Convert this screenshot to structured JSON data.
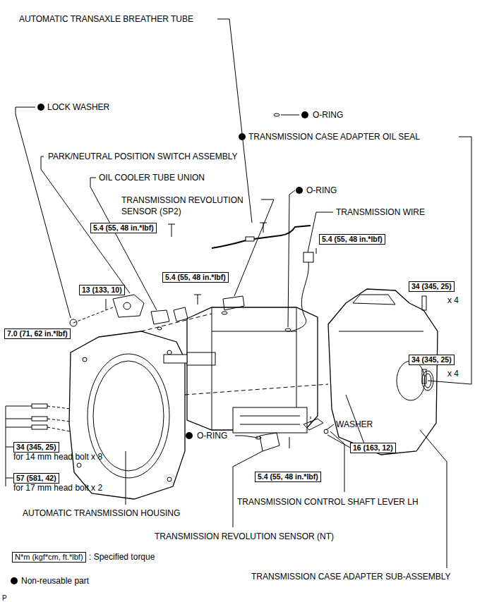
{
  "diagram": {
    "nodes": [
      {
        "text": [
          "5.4 (55, 48 in.*lbf)"
        ]
      },
      {
        "text": [
          "34 (345, 25)"
        ]
      },
      {
        "text": [
          "5.4 (55, 48 in.*lbf)"
        ]
      },
      {
        "text": [
          "5.4 (55, 48 in.*lbf)"
        ]
      },
      {
        "text": [
          "13 (133, 10)"
        ]
      },
      {
        "text": [
          "34 (345, 25)"
        ]
      },
      {
        "text": [
          "7.0 (71, 62 in.*lbf)"
        ]
      },
      {
        "text": [
          "16 (163, 12)"
        ]
      },
      {
        "text": [
          "34 (345, 25)"
        ]
      },
      {
        "text": [
          "57 (581, 42)"
        ]
      },
      {
        "text": [
          "5.4 (55, 48 in.*lbf)"
        ]
      }
    ],
    "labels": [
      "AUTOMATIC TRANSAXLE BREATHER TUBE",
      "LOCK WASHER",
      "O-RING",
      "TRANSMISSION CASE ADAPTER OIL SEAL",
      "PARK/NEUTRAL POSITION SWITCH ASSEMBLY",
      "OIL COOLER TUBE UNION",
      "TRANSMISSION REVOLUTION SENSOR (SP2)",
      "O-RING",
      "TRANSMISSION WIRE",
      "x 4",
      "x 4",
      "WASHER",
      "O-RING",
      "for 14 mm head bolt x 8",
      "for 17 mm head bolt x 2",
      "AUTOMATIC TRANSMISSION HOUSING",
      "TRANSMISSION CONTROL SHAFT LEVER LH",
      "TRANSMISSION REVOLUTION SENSOR (NT)",
      "TRANSMISSION CASE ADAPTER SUB-ASSEMBLY",
      "N*m (kgf*cm, ft.*lbf)",
      "P"
    ],
    "legend": [
      {
        "text": ": Specified torque"
      },
      {
        "text": "Non-reusable part"
      }
    ]
  }
}
